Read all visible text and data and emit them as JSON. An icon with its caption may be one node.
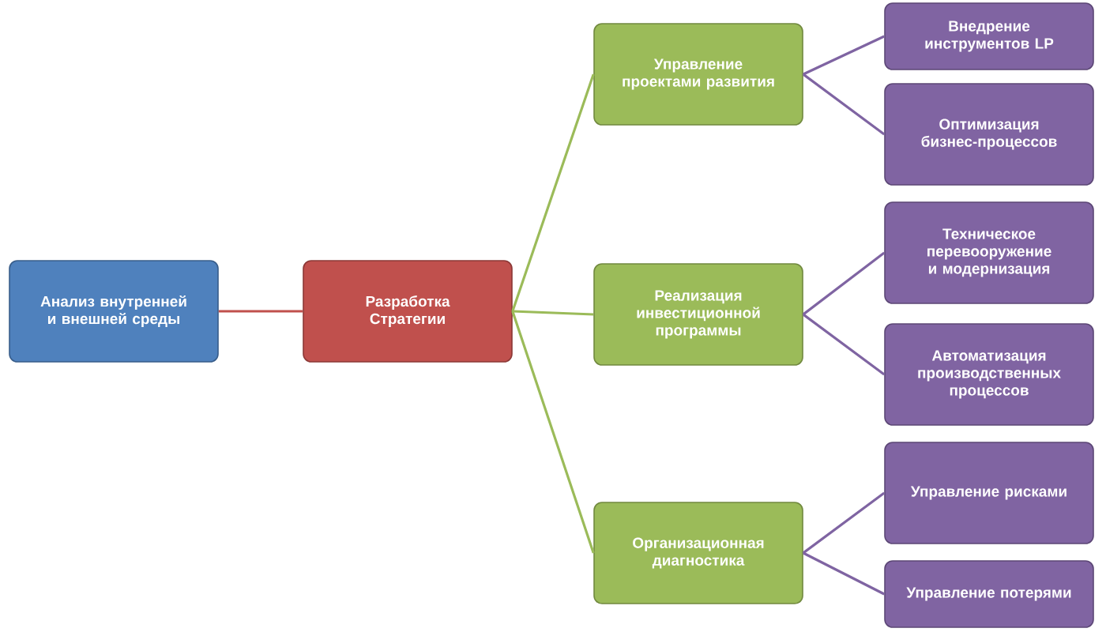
{
  "diagram": {
    "nodes": [
      {
        "text": [
          "Анализ внутренней и внешней среды"
        ]
      },
      {
        "text": [
          "Разработка Стратегии"
        ]
      },
      {
        "text": [
          "Управление проектами развития"
        ]
      },
      {
        "text": [
          "Реализация инвестиционной программы"
        ]
      },
      {
        "text": [
          "Организационная диагностика"
        ]
      },
      {
        "text": [
          "Внедрение инструментов LP"
        ]
      },
      {
        "text": [
          "Оптимизация бизнес-процессов"
        ]
      },
      {
        "text": [
          "Техническое перевооружение и модернизация"
        ]
      },
      {
        "text": [
          "Автоматизация производственных процессов"
        ]
      },
      {
        "text": [
          "Управление рисками"
        ]
      },
      {
        "text": [
          "Управление потерями"
        ]
      }
    ],
    "edges": [
      {
        "from": 0,
        "to": 1,
        "arrow": "none",
        "color": "#c0504d"
      },
      {
        "from": 1,
        "to": 2,
        "arrow": "none",
        "color": "#9bbb59"
      },
      {
        "from": 1,
        "to": 3,
        "arrow": "none",
        "color": "#9bbb59"
      },
      {
        "from": 1,
        "to": 4,
        "arrow": "none",
        "color": "#9bbb59"
      },
      {
        "from": 2,
        "to": 5,
        "arrow": "none"
      },
      {
        "from": 2,
        "to": 6,
        "arrow": "none"
      },
      {
        "from": 3,
        "to": 7,
        "arrow": "none"
      },
      {
        "from": 3,
        "to": 8,
        "arrow": "none"
      },
      {
        "from": 4,
        "to": 9,
        "arrow": "none"
      },
      {
        "from": 4,
        "to": 10,
        "arrow": "none"
      }
    ]
  }
}
